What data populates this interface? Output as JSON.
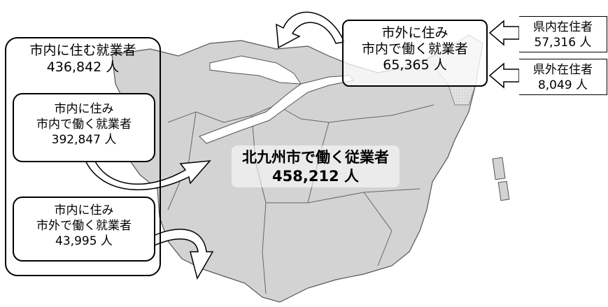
{
  "residents_total": {
    "title": "市内に住む就業者",
    "count": "436,842 人"
  },
  "live_in_work_in": {
    "line1": "市内に住み",
    "line2": "市内で働く就業者",
    "count": "392,847 人"
  },
  "live_in_work_out": {
    "line1": "市内に住み",
    "line2": "市外で働く就業者",
    "count": "43,995 人"
  },
  "live_out_work_in": {
    "line1": "市外に住み",
    "line2": "市内で働く就業者",
    "count": "65,365 人"
  },
  "in_prefecture": {
    "label": "県内在住者",
    "count": "57,316 人"
  },
  "out_prefecture": {
    "label": "県外在住者",
    "count": "8,049 人"
  },
  "center": {
    "title": "北九州市で働く従業者",
    "count": "458,212 人"
  },
  "colors": {
    "map_fill": "#d3d3d3",
    "map_stroke": "#555555",
    "box_border": "#000000"
  }
}
